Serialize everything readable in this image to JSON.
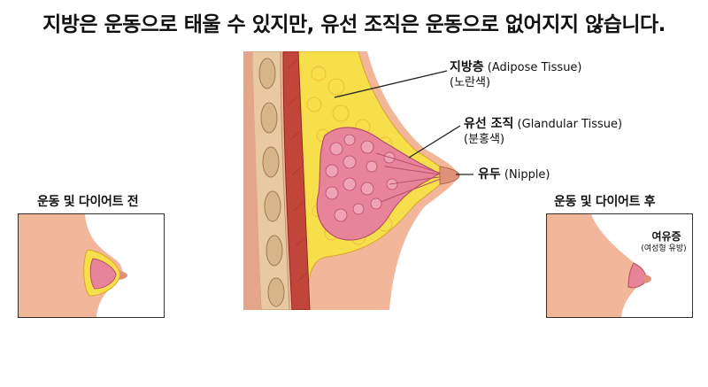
{
  "title": "지방은 운동으로 태울 수 있지만, 유선 조직은 운동으로 없어지지 않습니다.",
  "callouts": {
    "fat": {
      "name": "지방층",
      "english": "(Adipose Tissue)",
      "color_note": "(노란색)"
    },
    "gland": {
      "name": "유선 조직",
      "english": "(Glandular Tissue)",
      "color_note": "(분홍색)"
    },
    "nipple": {
      "name": "유두",
      "english": "(Nipple)"
    }
  },
  "panels": {
    "before": {
      "label": "운동 및 다이어트 전"
    },
    "after": {
      "label": "운동 및 다이어트 후",
      "condition": "여유증",
      "condition_sub": "(여성형 유방)"
    }
  },
  "colors": {
    "skin": "#f2b79a",
    "fat": "#f7df4c",
    "gland": "#e8849a",
    "muscle": "#c2453a",
    "rib": "#e9c9a0",
    "line": "#222222"
  }
}
